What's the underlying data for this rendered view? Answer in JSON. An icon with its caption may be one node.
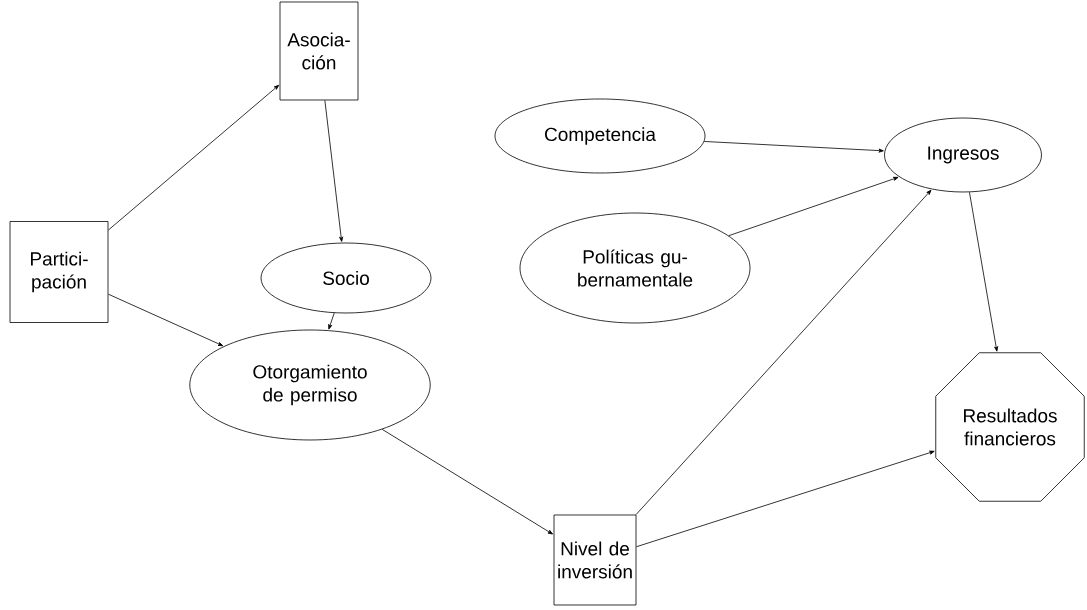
{
  "diagram": {
    "nodes": [
      {
        "text": [
          "Asocia- ción"
        ]
      },
      {
        "text": [
          "Partici- pación"
        ]
      },
      {
        "text": [
          "Socio"
        ]
      },
      {
        "text": [
          "Otorgamiento de permiso"
        ]
      },
      {
        "text": [
          "Nivel de inversión"
        ]
      },
      {
        "text": [
          "Competencia"
        ]
      },
      {
        "text": [
          "Políticas gu- bernamentale"
        ]
      },
      {
        "text": [
          "Ingresos"
        ]
      },
      {
        "text": [
          "Resultados financieros"
        ]
      }
    ],
    "edges": [
      {
        "from": 1,
        "to": 0,
        "arrow": "to"
      },
      {
        "from": 0,
        "to": 2,
        "arrow": "to"
      },
      {
        "from": 2,
        "to": 3,
        "arrow": "to"
      },
      {
        "from": 1,
        "to": 3,
        "arrow": "to"
      },
      {
        "from": 3,
        "to": 4,
        "arrow": "to"
      },
      {
        "from": 4,
        "to": 7,
        "arrow": "to"
      },
      {
        "from": 4,
        "to": 8,
        "arrow": "to"
      },
      {
        "from": 5,
        "to": 7,
        "arrow": "to"
      },
      {
        "from": 6,
        "to": 7,
        "arrow": "to"
      },
      {
        "from": 7,
        "to": 8,
        "arrow": "to"
      }
    ]
  }
}
